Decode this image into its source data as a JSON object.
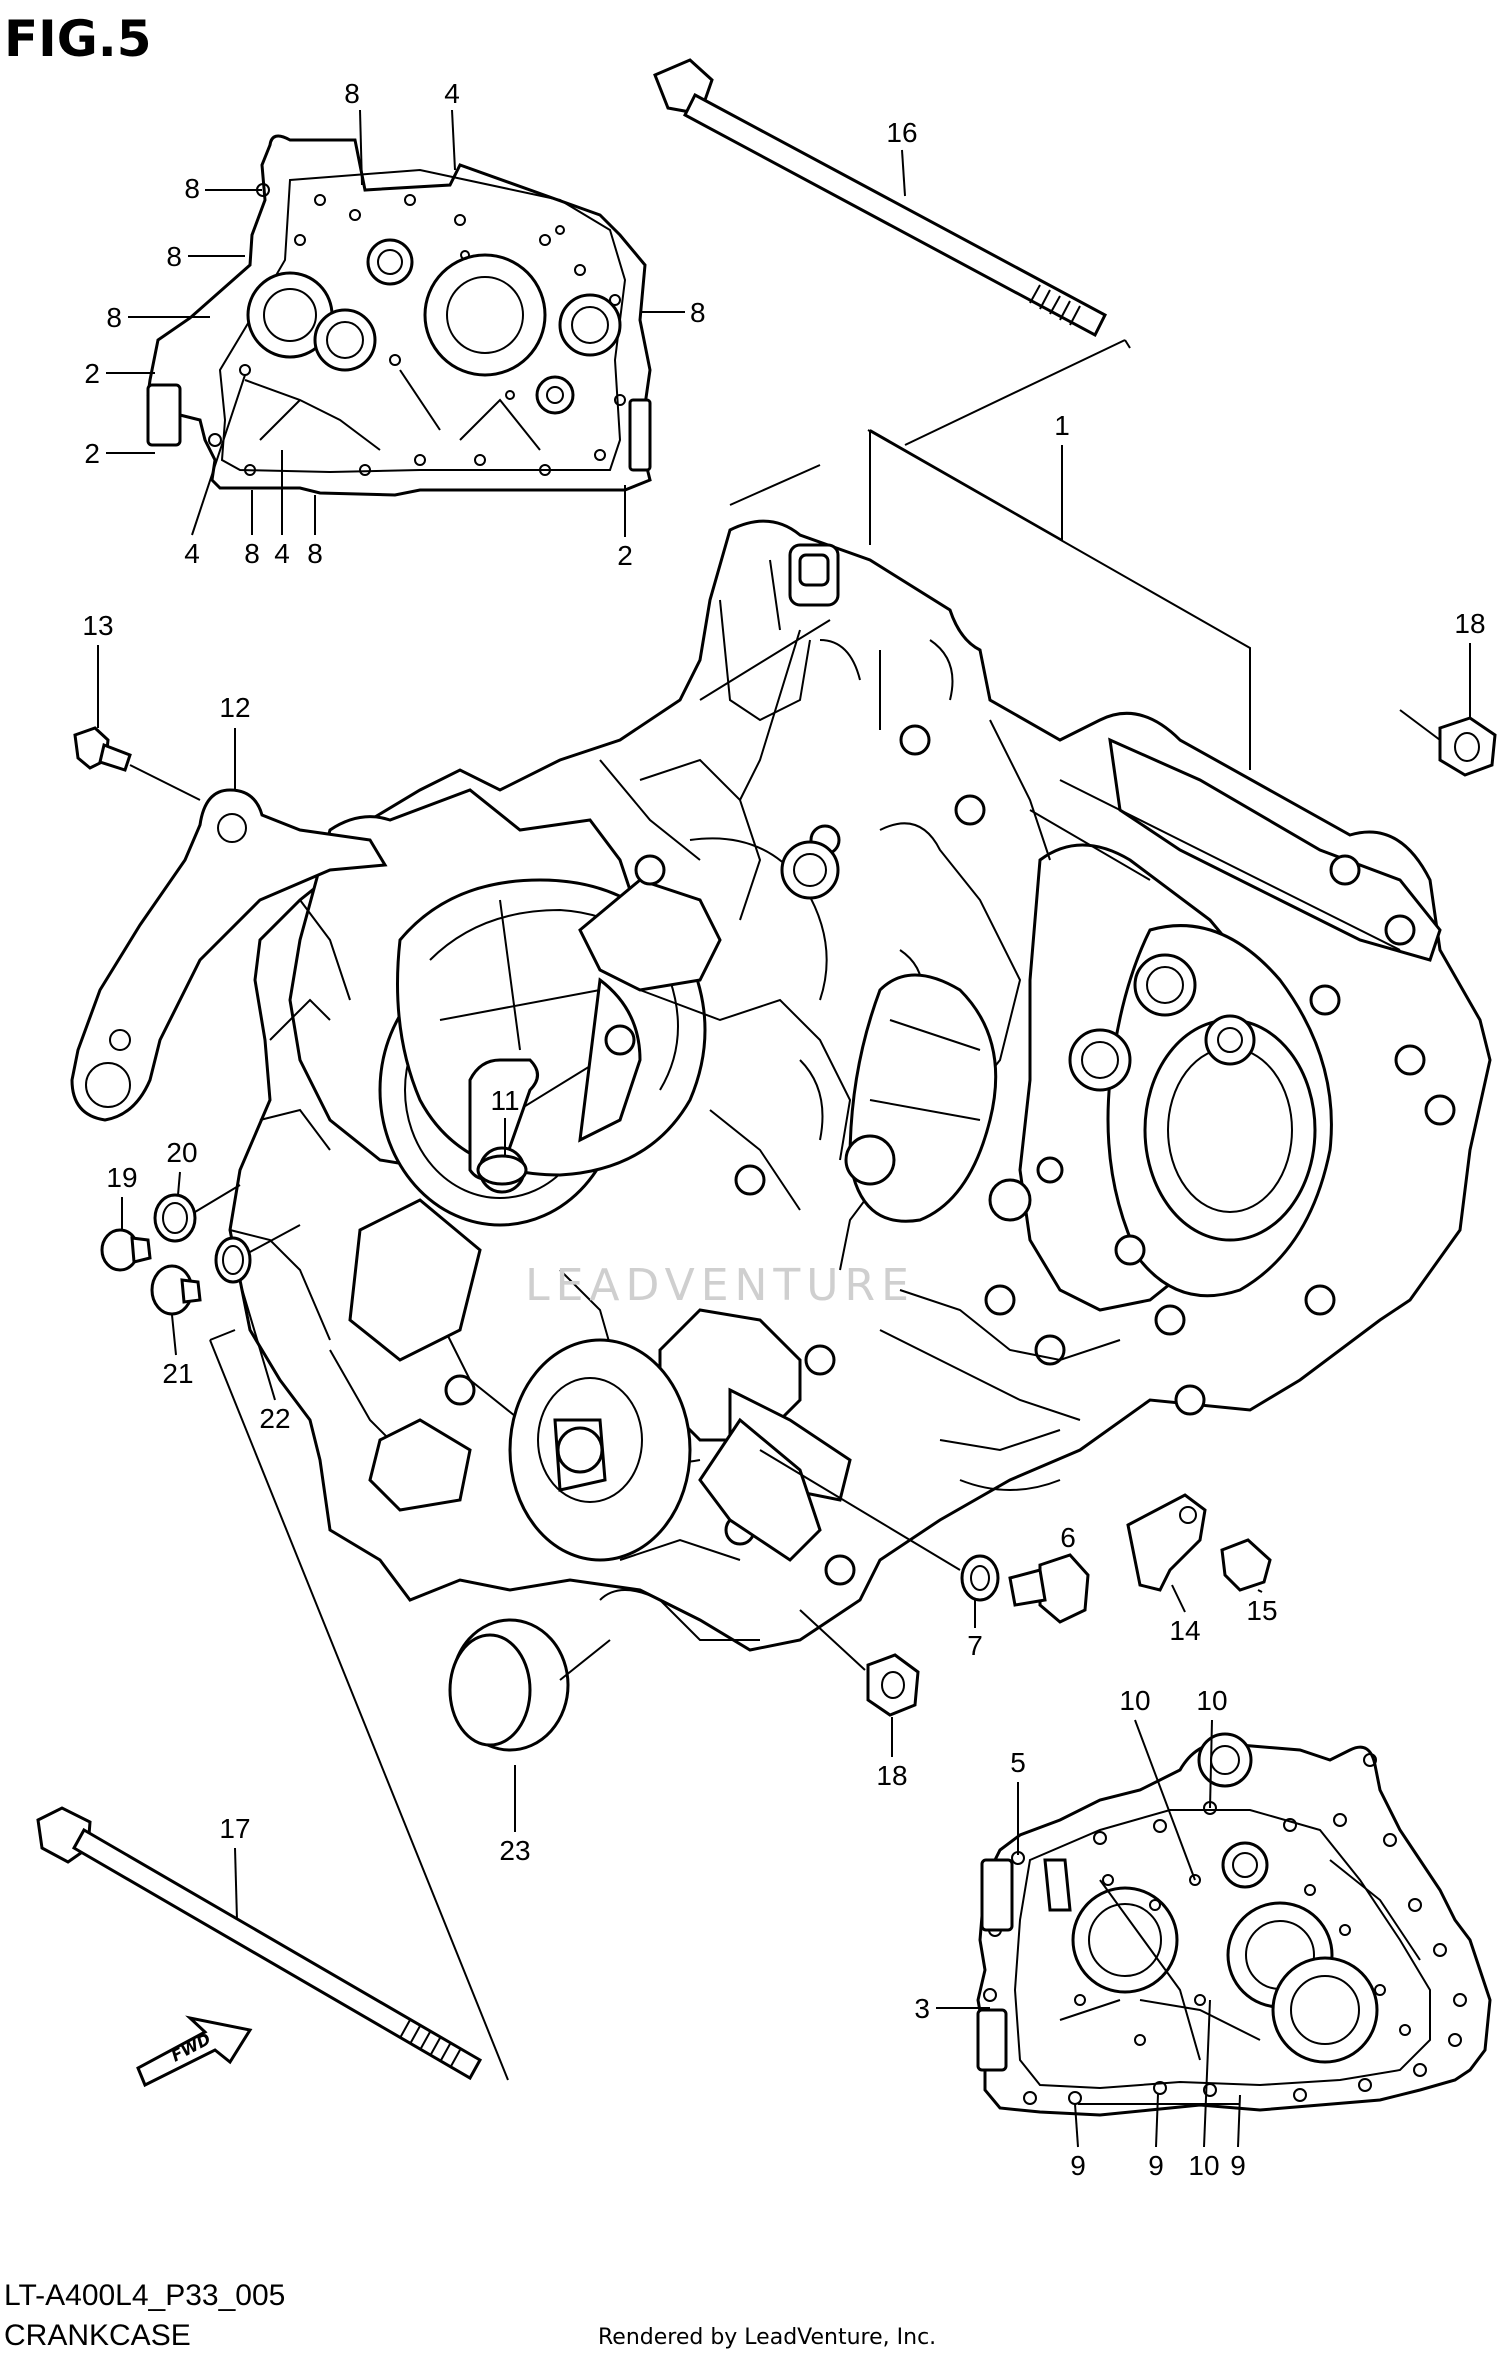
{
  "figure": {
    "title": "FIG.5",
    "code": "LT-A400L4_P33_005",
    "name": "CRANKCASE",
    "rendered_by": "Rendered by LeadVenture, Inc.",
    "watermark": "LEADVENTURE",
    "fwd_label": "FWD"
  },
  "callouts": {
    "c1": "1",
    "c2a": "2",
    "c2b": "2",
    "c2c": "2",
    "c3": "3",
    "c4a": "4",
    "c4b": "4",
    "c4c": "4",
    "c5": "5",
    "c6": "6",
    "c7": "7",
    "c8a": "8",
    "c8b": "8",
    "c8c": "8",
    "c8d": "8",
    "c8e": "8",
    "c8f": "8",
    "c8g": "8",
    "c9a": "9",
    "c9b": "9",
    "c9c": "9",
    "c10a": "10",
    "c10b": "10",
    "c10c": "10",
    "c11": "11",
    "c12": "12",
    "c13": "13",
    "c14": "14",
    "c15": "15",
    "c16": "16",
    "c17": "17",
    "c18a": "18",
    "c18b": "18",
    "c19": "19",
    "c20": "20",
    "c21": "21",
    "c22": "22",
    "c23": "23"
  }
}
